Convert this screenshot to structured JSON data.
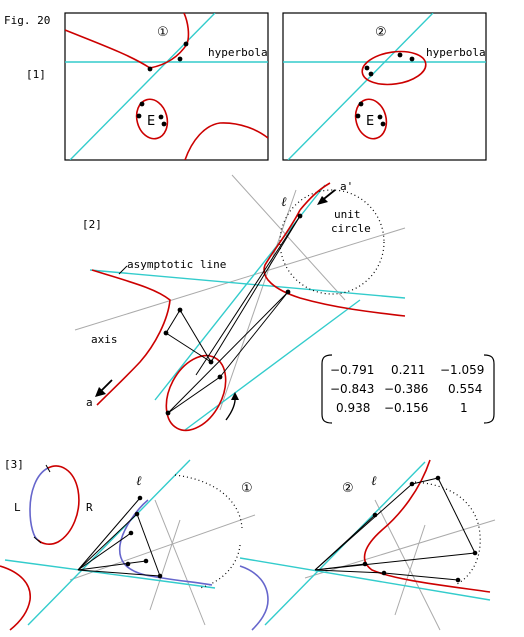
{
  "figure": {
    "title": "Fig. 20",
    "section_1": "[1]",
    "section_2": "[2]",
    "section_3": "[3]",
    "circle_1": "①",
    "circle_2": "②",
    "hyperbola": "hyperbola",
    "E": "E",
    "ell": "ℓ",
    "a_prime": "a'",
    "a": "a",
    "unit": "unit",
    "circle": "circle",
    "asymptotic_line": "asymptotic line",
    "axis": "axis",
    "L": "L",
    "R": "R"
  },
  "matrix": {
    "rows": [
      [
        "−0.791",
        "0.211",
        "−1.059"
      ],
      [
        "−0.843",
        "−0.386",
        "0.554"
      ],
      [
        "0.938",
        "−0.156",
        "1"
      ]
    ]
  }
}
